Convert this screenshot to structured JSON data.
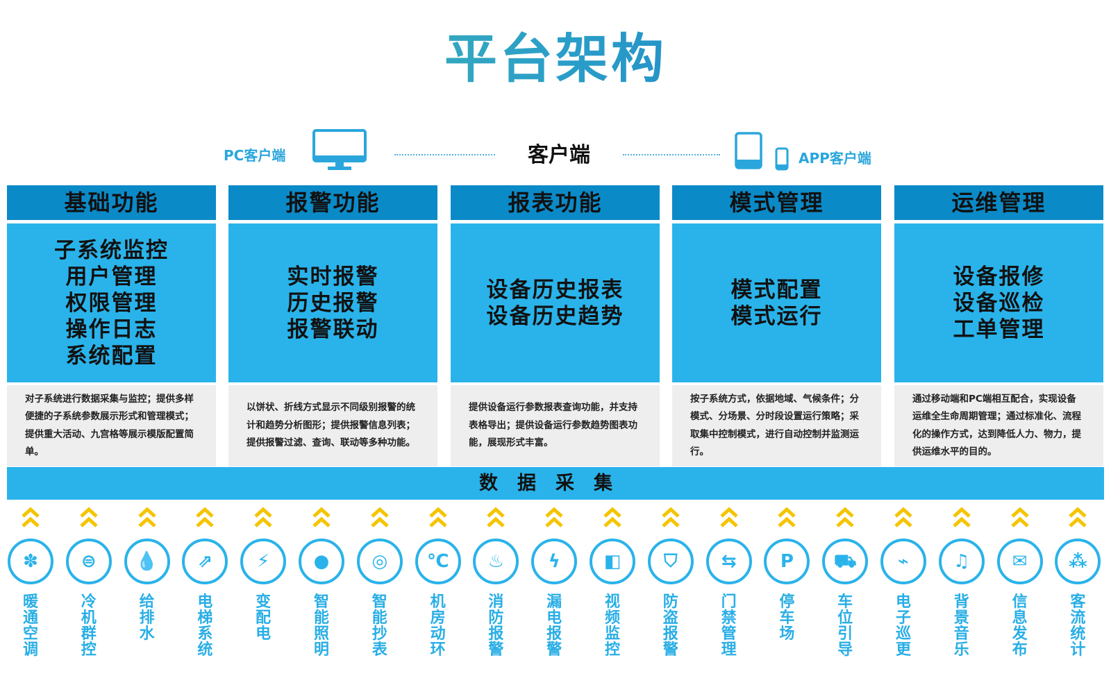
{
  "title": "平台架构",
  "client": {
    "pc_label": "PC客户端",
    "center_label": "客户端",
    "app_label": "APP客户端"
  },
  "modules": [
    {
      "head": "基础功能",
      "items": [
        "子系统监控",
        "用户管理",
        "权限管理",
        "操作日志",
        "系统配置"
      ],
      "desc": "对子系统进行数据采集与监控；提供多样便捷的子系统参数展示形式和管理模式；提供重大活动、九宫格等展示模版配置简单。"
    },
    {
      "head": "报警功能",
      "items": [
        "实时报警",
        "历史报警",
        "报警联动"
      ],
      "desc": "以饼状、折线方式显示不同级别报警的统计和趋势分析图形；提供报警信息列表；提供报警过滤、查询、联动等多种功能。"
    },
    {
      "head": "报表功能",
      "items": [
        "设备历史报表",
        "设备历史趋势"
      ],
      "desc": "提供设备运行参数报表查询功能，并支持表格导出；提供设备运行参数趋势图表功能，展现形式丰富。"
    },
    {
      "head": "模式管理",
      "items": [
        "模式配置",
        "模式运行"
      ],
      "desc": "按子系统方式，依据地域、气候条件；分模式、分场景、分时段设置运行策略；采取集中控制模式，进行自动控制并监测运行。"
    },
    {
      "head": "运维管理",
      "items": [
        "设备报修",
        "设备巡检",
        "工单管理"
      ],
      "desc": "通过移动端和PC端相互配合，实现设备运维全生命周期管理；通过标准化、流程化的操作方式，达到降低人力、物力，提供运维水平的目的。"
    }
  ],
  "data_band": "数据采集",
  "colors": {
    "primary": "#2ab3ea",
    "header": "#0b8ac8",
    "chevron": "#f5c400"
  },
  "sensors": [
    {
      "label": "暖通空调",
      "icon": "fan-icon",
      "glyph": "✽"
    },
    {
      "label": "冷机群控",
      "icon": "chiller-icon",
      "glyph": "⊜"
    },
    {
      "label": "给排水",
      "icon": "water-drop-icon",
      "glyph": "💧"
    },
    {
      "label": "电梯系统",
      "icon": "escalator-icon",
      "glyph": "⇗"
    },
    {
      "label": "变配电",
      "icon": "power-chip-icon",
      "glyph": "⚡"
    },
    {
      "label": "智能照明",
      "icon": "bulb-icon",
      "glyph": "●"
    },
    {
      "label": "智能抄表",
      "icon": "meter-icon",
      "glyph": "◎"
    },
    {
      "label": "机房动环",
      "icon": "temperature-icon",
      "glyph": "℃"
    },
    {
      "label": "消防报警",
      "icon": "fire-icon",
      "glyph": "♨"
    },
    {
      "label": "漏电报警",
      "icon": "lightning-icon",
      "glyph": "ϟ"
    },
    {
      "label": "视频监控",
      "icon": "camera-icon",
      "glyph": "◧"
    },
    {
      "label": "防盗报警",
      "icon": "shield-icon",
      "glyph": "⛉"
    },
    {
      "label": "门禁管理",
      "icon": "gate-icon",
      "glyph": "⇆"
    },
    {
      "label": "停车场",
      "icon": "parking-icon",
      "glyph": "P"
    },
    {
      "label": "车位引导",
      "icon": "car-icon",
      "glyph": "⛟"
    },
    {
      "label": "电子巡更",
      "icon": "patrol-icon",
      "glyph": "⌁"
    },
    {
      "label": "背景音乐",
      "icon": "music-icon",
      "glyph": "♫"
    },
    {
      "label": "信息发布",
      "icon": "message-icon",
      "glyph": "✉"
    },
    {
      "label": "客流统计",
      "icon": "people-icon",
      "glyph": "⁂"
    }
  ]
}
